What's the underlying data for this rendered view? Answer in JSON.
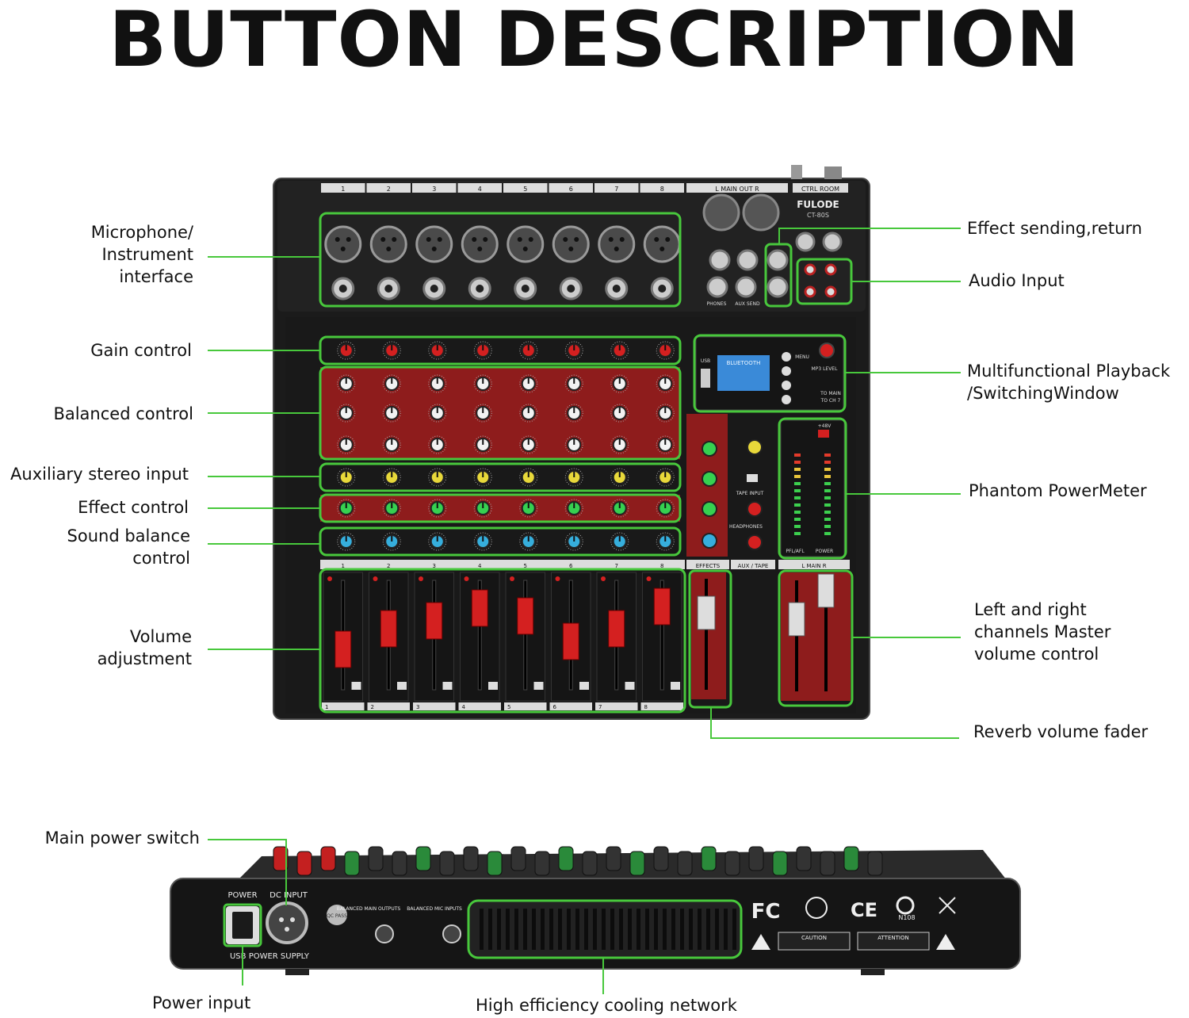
{
  "title": "BUTTON DESCRIPTION",
  "mixer": {
    "brand": "FULODE",
    "model": "CT-80S",
    "channels": [
      "1",
      "2",
      "3",
      "4",
      "5",
      "6",
      "7",
      "8"
    ],
    "main_out": "L  MAIN OUT  R",
    "ctrl_room": "CTRL ROOM",
    "effects": "EFFECTS",
    "aux_tape": "AUX / TAPE",
    "main": "L   MAIN   R",
    "bluetooth": "BLUETOOTH",
    "usb": "USB",
    "menu": "MENU",
    "mp3_level": "MP3 LEVEL",
    "to_main": "TO MAIN",
    "to_ch7": "TO CH 7",
    "power": "POWER",
    "pfl_afl": "PFL/AFL",
    "phantom": "+48V",
    "phones": "PHONES",
    "aux_send": "AUX SEND",
    "tape_input": "TAPE INPUT",
    "headphones": "HEADPHONES"
  },
  "rear": {
    "power": "POWER",
    "dc_input": "DC INPUT",
    "usb_power": "USB POWER SUPPLY",
    "balanced_main": "BALANCED MAIN OUTPUTS",
    "balanced_mic": "BALANCED MIC INPUTS",
    "caution": "CAUTION",
    "attention": "ATTENTION",
    "fc": "FC",
    "ce": "CE",
    "n108": "N108",
    "qc": "QC PASS"
  },
  "labels": {
    "mic": [
      "Microphone/",
      "Instrument",
      "interface"
    ],
    "gain": "Gain control",
    "balanced": "Balanced control",
    "aux": "Auxiliary stereo input",
    "effect": "Effect control",
    "sound_balance": [
      "Sound balance",
      "control"
    ],
    "volume": [
      "Volume",
      "adjustment"
    ],
    "effect_send": "Effect sending,return",
    "audio_input": "Audio Input",
    "playback": [
      "Multifunctional Playback",
      "/SwitchingWindow"
    ],
    "phantom": "Phantom PowerMeter",
    "master": [
      "Left and right",
      "channels Master",
      "volume control"
    ],
    "reverb": "Reverb volume fader",
    "main_power": "Main power switch",
    "power_input": "Power input",
    "cooling": "High efficiency cooling network"
  },
  "colors": {
    "accent": "#48c83c",
    "panel": "#1a1a1a",
    "red": "#8e1c1c"
  }
}
